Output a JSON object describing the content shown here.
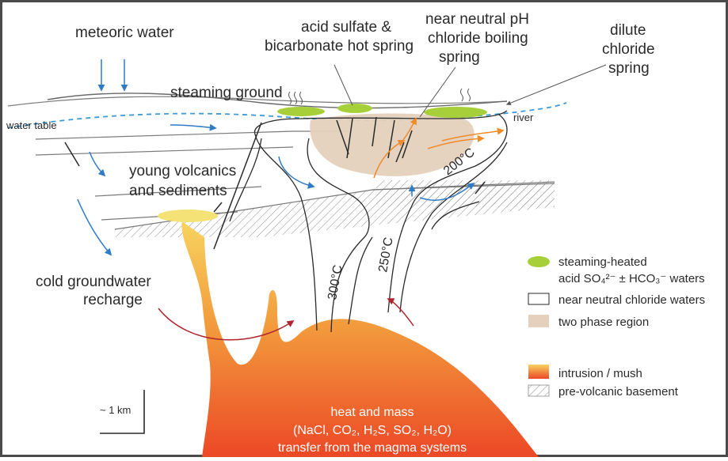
{
  "labels": {
    "meteoric": "meteoric water",
    "acid_line1": "acid sulfate &",
    "acid_line2": "bicarbonate hot spring",
    "near_line1": "near neutral pH",
    "near_line2": "chloride boiling",
    "near_line3": "spring",
    "dilute_line1": "dilute",
    "dilute_line2": "chloride",
    "dilute_line3": "spring",
    "steaming": "steaming ground",
    "water_table": "water table",
    "river": "river",
    "young_line1": "young volcanics",
    "young_line2": "and sediments",
    "cold_line1": "cold groundwater",
    "cold_line2": "recharge",
    "t200": "200°C",
    "t250": "250°C",
    "t300": "300°C",
    "scale": "~ 1 km",
    "heat_line1": "heat and mass",
    "heat_line2": "(NaCl, CO₂, H₂S, SO₂, H₂O)",
    "heat_line3": "transfer from the magma systems"
  },
  "legend": {
    "steaming_line1": "steaming-heated",
    "steaming_line2": "acid SO₄²⁻ ± HCO₃⁻ waters",
    "chloride": "near neutral chloride waters",
    "two_phase": "two phase region",
    "intrusion": "intrusion / mush",
    "basement": "pre-volcanic basement"
  },
  "colors": {
    "border": "#4a4a4a",
    "green": "#a6cf3a",
    "two_phase": "#e4d0bc",
    "blue_arrow": "#2f7bc6",
    "orange_arrow": "#f08a2a",
    "red_arrow": "#b0242d",
    "magma_top": "#f5c55a",
    "magma_bottom": "#ec4d2a",
    "water_table": "#3a9bd8"
  }
}
